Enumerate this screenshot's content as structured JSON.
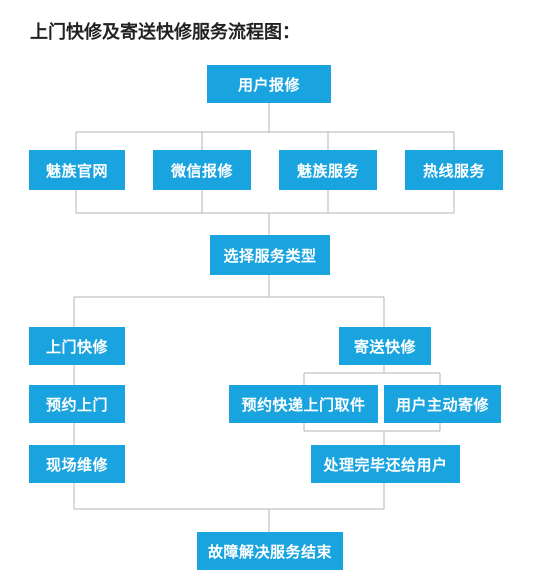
{
  "title": "上门快修及寄送快修服务流程图：",
  "colors": {
    "node_fill": "#1aa4df",
    "node_text": "#ffffff",
    "line": "#b5b5b5",
    "title_text": "#222222"
  },
  "nodes": {
    "user_repair": "用户报修",
    "official_site": "魅族官网",
    "wechat_repair": "微信报修",
    "meizu_service": "魅族服务",
    "hotline_service": "热线服务",
    "select_service_type": "选择服务类型",
    "onsite_repair": "上门快修",
    "mail_repair": "寄送快修",
    "book_onsite": "预约上门",
    "book_courier_pickup": "预约快递上门取件",
    "user_self_mail": "用户主动寄修",
    "onsite_fix": "现场维修",
    "return_to_user": "处理完毕还给用户",
    "service_complete": "故障解决服务结束"
  }
}
